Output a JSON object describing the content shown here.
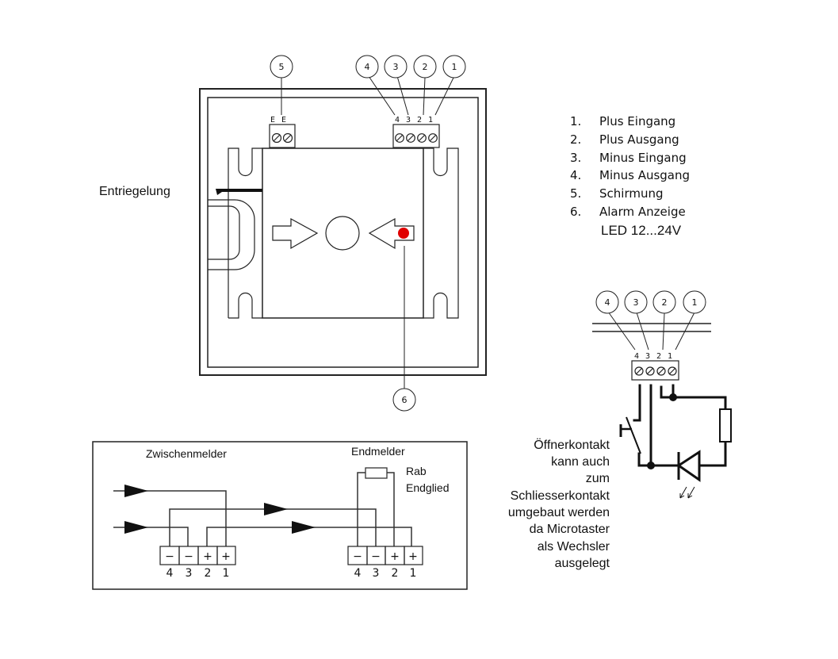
{
  "device_view": {
    "release_label": "Entriegelung",
    "shield_terminal": {
      "callout": "5",
      "pins": [
        "E",
        "E"
      ]
    },
    "main_terminal": {
      "callouts": [
        "4",
        "3",
        "2",
        "1"
      ],
      "pins": [
        "4",
        "3",
        "2",
        "1"
      ]
    },
    "led_callout": "6",
    "led_color": "#e00000"
  },
  "legend": {
    "items": [
      {
        "num": "1.",
        "label": "Plus Eingang"
      },
      {
        "num": "2.",
        "label": "Plus Ausgang"
      },
      {
        "num": "3.",
        "label": "Minus Eingang"
      },
      {
        "num": "4.",
        "label": "Minus Ausgang"
      },
      {
        "num": "5.",
        "label": "Schirmung"
      },
      {
        "num": "6.",
        "label": "Alarm Anzeige"
      }
    ],
    "note": "LED 12...24V"
  },
  "schematic": {
    "callouts": [
      "4",
      "3",
      "2",
      "1"
    ],
    "pins": [
      "4",
      "3",
      "2",
      "1"
    ],
    "note_lines": [
      "Öffnerkontakt",
      "kann auch",
      "zum",
      "Schliesserkontakt",
      "umgebaut werden",
      "da Microtaster",
      "als Wechsler",
      "ausgelegt"
    ]
  },
  "wiring": {
    "intermediate": {
      "title": "Zwischenmelder",
      "signs": [
        "−",
        "−",
        "+",
        "+"
      ],
      "numbers": [
        "4",
        "3",
        "2",
        "1"
      ]
    },
    "end": {
      "title": "Endmelder",
      "resistor_label_1": "Rab",
      "resistor_label_2": "Endglied",
      "signs": [
        "−",
        "−",
        "+",
        "+"
      ],
      "numbers": [
        "4",
        "3",
        "2",
        "1"
      ]
    }
  }
}
